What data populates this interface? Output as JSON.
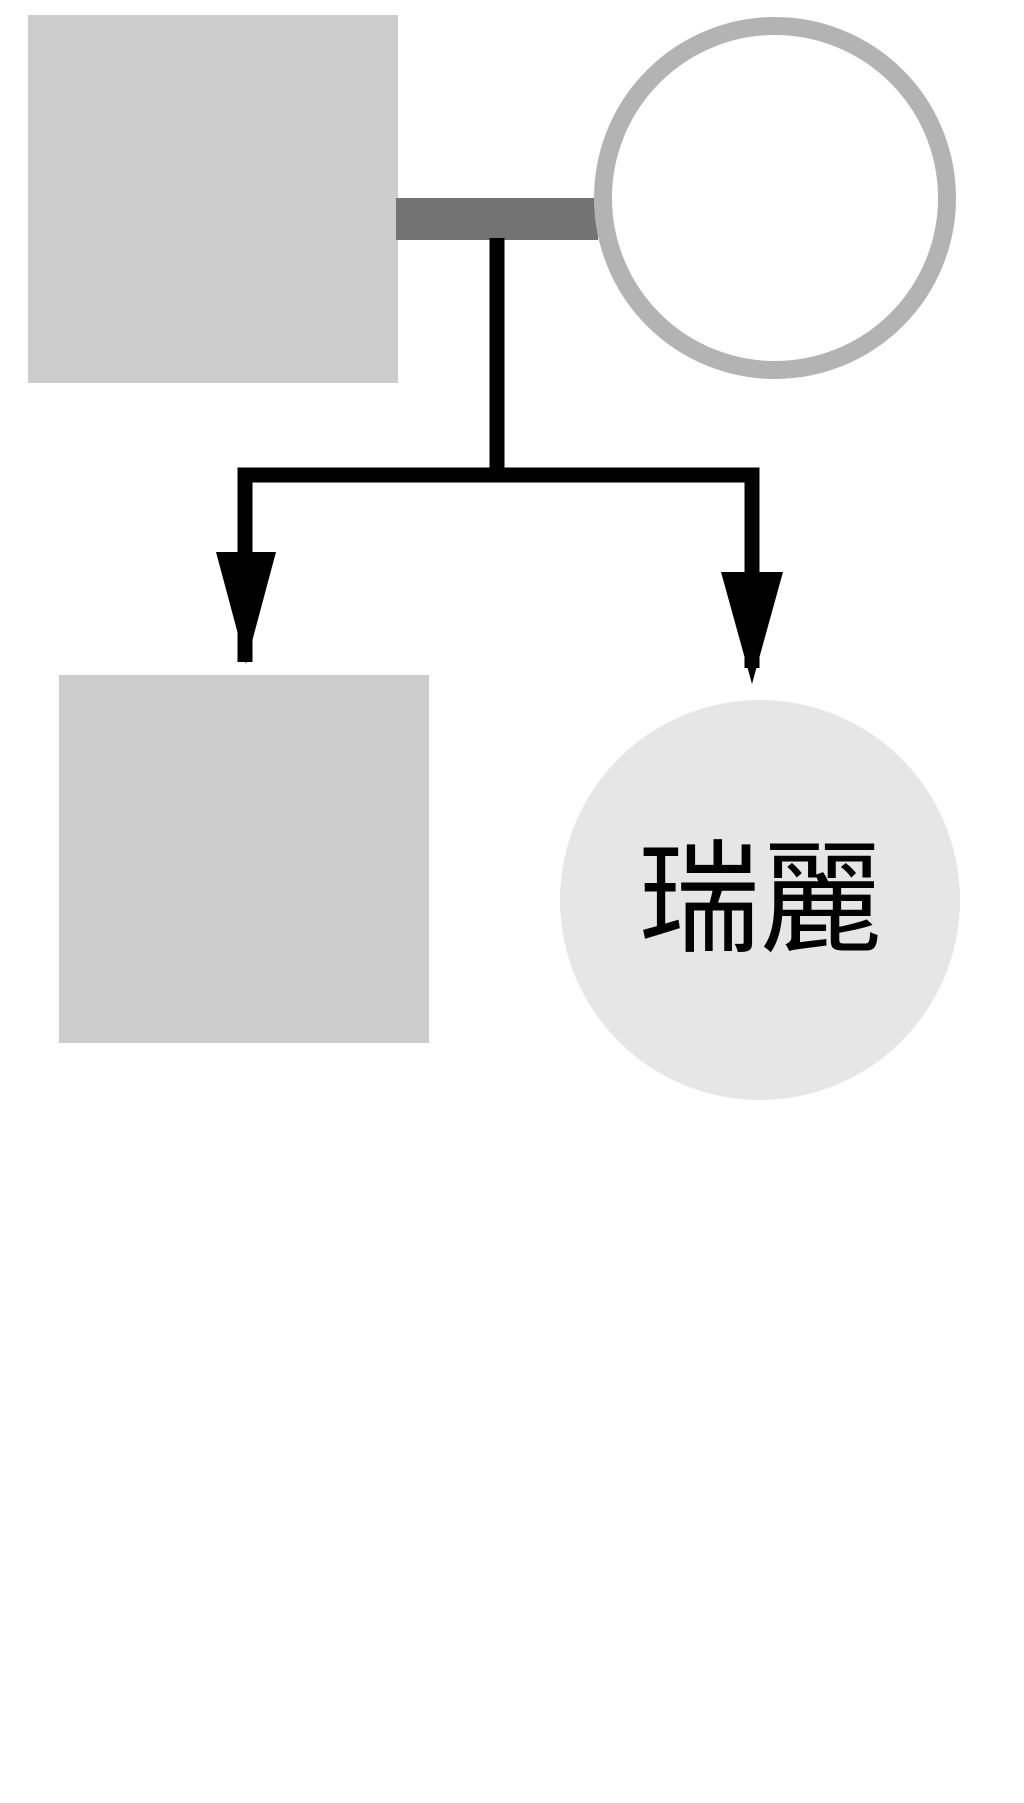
{
  "family_tree": {
    "parents": {
      "father": {
        "symbol": "square",
        "label": ""
      },
      "mother": {
        "symbol": "circle",
        "label": ""
      }
    },
    "children": [
      {
        "symbol": "square",
        "label": ""
      },
      {
        "symbol": "circle",
        "label": "瑞麗"
      }
    ]
  },
  "colors": {
    "background": "#ffffff",
    "male_fill": "#cccccc",
    "mother_fill": "#ffffff",
    "mother_stroke": "#b3b3b3",
    "highlight_fill": "#e6e6e6",
    "marriage_line": "#737373",
    "descent_line": "#000000",
    "label_text": "#000000"
  }
}
